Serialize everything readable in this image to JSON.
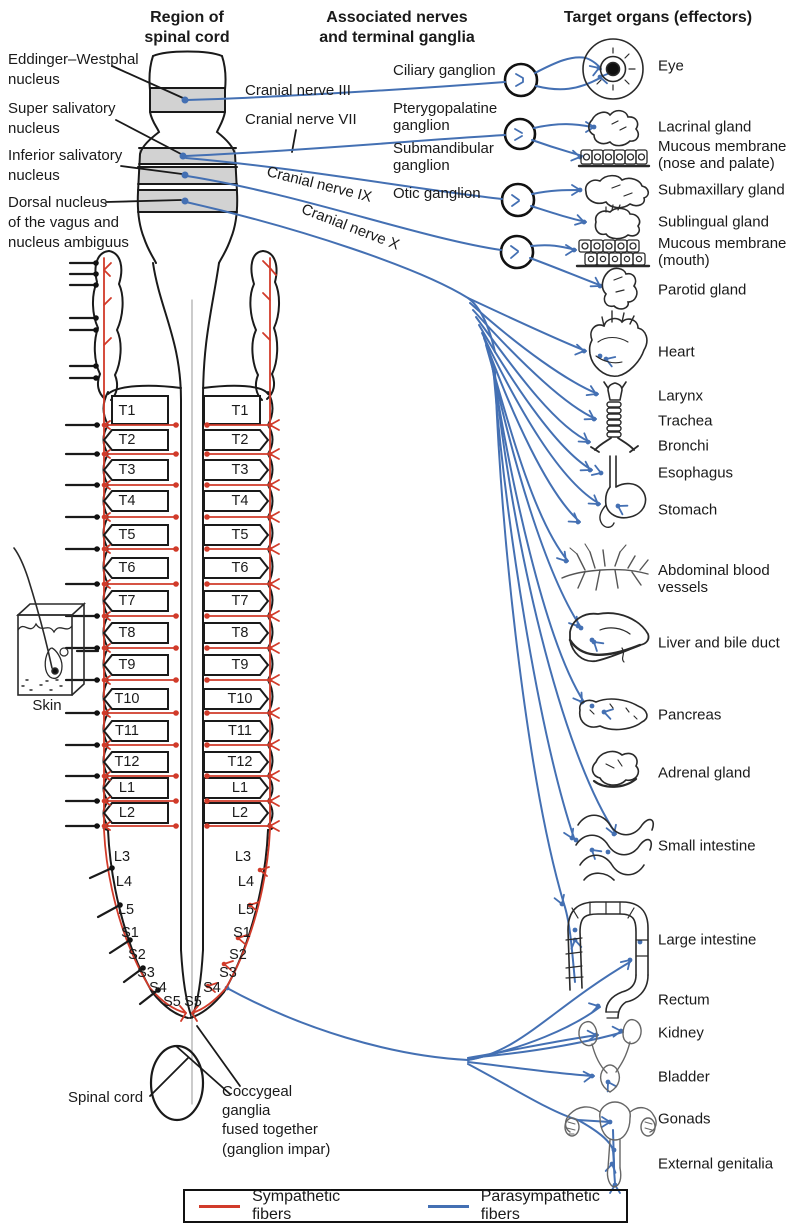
{
  "headers": {
    "region": "Region of\nspinal cord",
    "nerves": "Associated nerves\nand terminal ganglia",
    "targets": "Target organs (effectors)"
  },
  "nuclei": [
    {
      "id": "eddinger-westphal",
      "label": "Eddinger–Westphal\nnucleus"
    },
    {
      "id": "super-salivatory",
      "label": "Super salivatory\nnucleus"
    },
    {
      "id": "inferior-salivatory",
      "label": "Inferior salivatory\nnucleus"
    },
    {
      "id": "dorsal-vagus",
      "label": "Dorsal nucleus\nof the vagus and\nnucleus ambiguus"
    }
  ],
  "cranial_nerves": [
    {
      "id": "cn3",
      "label": "Cranial nerve III"
    },
    {
      "id": "cn7",
      "label": "Cranial nerve VII"
    },
    {
      "id": "cn9",
      "label": "Cranial nerve IX"
    },
    {
      "id": "cn10",
      "label": "Cranial nerve X"
    }
  ],
  "ganglia": [
    {
      "id": "ciliary",
      "label": "Ciliary ganglion"
    },
    {
      "id": "pterygopalatine",
      "label": "Pterygopalatine\nganglion"
    },
    {
      "id": "submandibular",
      "label": "Submandibular\nganglion"
    },
    {
      "id": "otic",
      "label": "Otic ganglion"
    }
  ],
  "segments": {
    "boxed": [
      "T1",
      "T2",
      "T3",
      "T4",
      "T5",
      "T6",
      "T7",
      "T8",
      "T9",
      "T10",
      "T11",
      "T12",
      "L1",
      "L2"
    ],
    "unboxed": [
      "L3",
      "L4",
      "L5",
      "S1",
      "S2",
      "S3",
      "S4",
      "S5"
    ]
  },
  "organs": [
    {
      "id": "eye",
      "label": "Eye"
    },
    {
      "id": "lacrinal-gland",
      "label": "Lacrinal gland"
    },
    {
      "id": "mucous-membrane-nose",
      "label": "Mucous membrane\n(nose and palate)"
    },
    {
      "id": "submaxillary-gland",
      "label": "Submaxillary gland"
    },
    {
      "id": "sublingual-gland",
      "label": "Sublingual gland"
    },
    {
      "id": "mucous-membrane-mouth",
      "label": "Mucous membrane\n(mouth)"
    },
    {
      "id": "parotid-gland",
      "label": "Parotid gland"
    },
    {
      "id": "heart",
      "label": "Heart"
    },
    {
      "id": "larynx",
      "label": "Larynx"
    },
    {
      "id": "trachea",
      "label": "Trachea"
    },
    {
      "id": "bronchi",
      "label": "Bronchi"
    },
    {
      "id": "esophagus",
      "label": "Esophagus"
    },
    {
      "id": "stomach",
      "label": "Stomach"
    },
    {
      "id": "abdominal-blood-vessels",
      "label": "Abdominal blood\nvessels"
    },
    {
      "id": "liver",
      "label": "Liver and bile duct"
    },
    {
      "id": "pancreas",
      "label": "Pancreas"
    },
    {
      "id": "adrenal-gland",
      "label": "Adrenal gland"
    },
    {
      "id": "small-intestine",
      "label": "Small intestine"
    },
    {
      "id": "large-intestine",
      "label": "Large intestine"
    },
    {
      "id": "rectum",
      "label": "Rectum"
    },
    {
      "id": "kidney",
      "label": "Kidney"
    },
    {
      "id": "bladder",
      "label": "Bladder"
    },
    {
      "id": "gonads",
      "label": "Gonads"
    },
    {
      "id": "external-genitalia",
      "label": "External genitalia"
    }
  ],
  "annotations": {
    "skin": "Skin",
    "spinal_cord": "Spinal cord",
    "coccygeal": "Coccygeal\nganglia\nfused together\n(ganglion impar)"
  },
  "legend": {
    "sympathetic": "Sympathetic fibers",
    "parasympathetic": "Parasympathetic fibers"
  },
  "colors": {
    "sympathetic": "#d13b2a",
    "parasympathetic": "#4470b3",
    "nucleus_band": "#d2d2d2"
  }
}
